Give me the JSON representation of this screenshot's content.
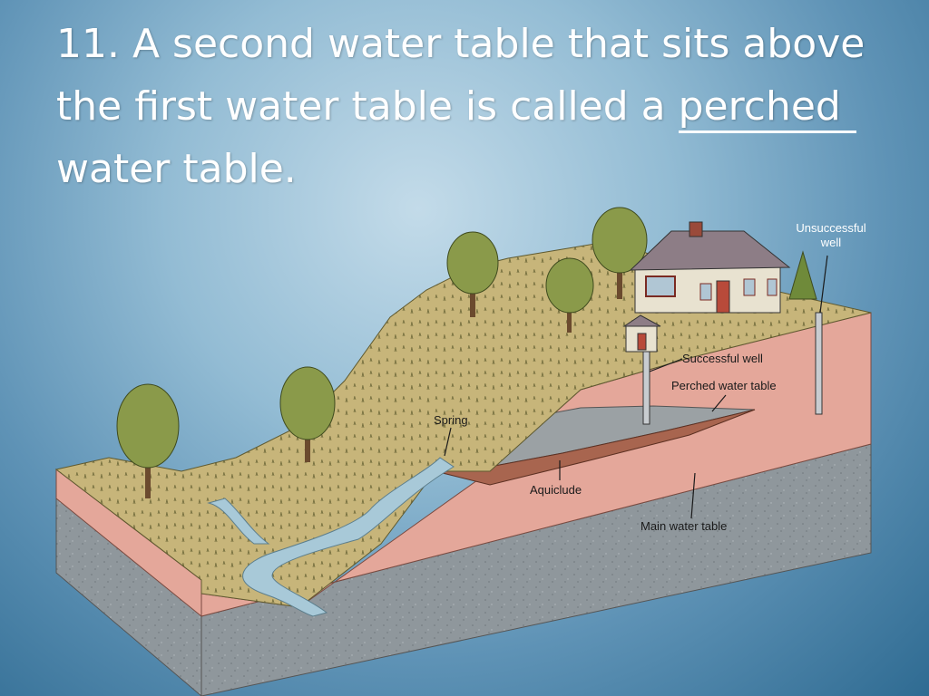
{
  "slide": {
    "title_prefix": "11. A second water table that sits above the first water table is called a",
    "answer": "perched",
    "title_suffix": "water table."
  },
  "diagram": {
    "labels": {
      "unsuccessful_well": [
        "Unsuccessful",
        "well"
      ],
      "successful_well": "Successful well",
      "perched_water_table": "Perched water table",
      "spring": "Spring",
      "aquiclude": "Aquiclude",
      "main_water_table": "Main water table"
    },
    "colors": {
      "sky_center": "#c3dbe9",
      "sky_edge": "#2f6b92",
      "ground_surface": "#c2b27a",
      "soil_layer": "#e4a79a",
      "bedrock": "#8c949a",
      "perched_water": "#9ba1a4",
      "aquiclude": "#a8654f",
      "stream": "#a8c9d8"
    }
  }
}
